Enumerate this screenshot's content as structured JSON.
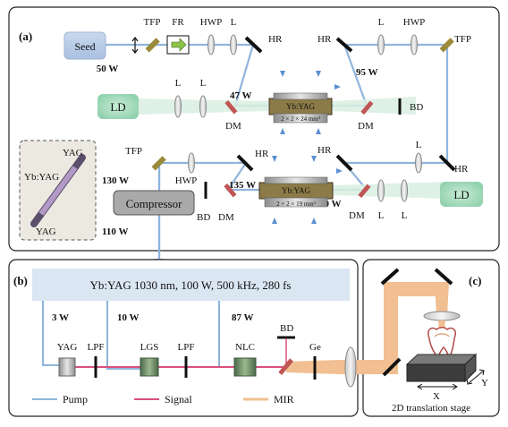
{
  "panel_a": {
    "label": "(a)",
    "seed": "Seed",
    "tfp": "TFP",
    "fr": "FR",
    "hwp": "HWP",
    "l": "L",
    "hr": "HR",
    "ld": "LD",
    "dm": "DM",
    "bd": "BD",
    "compressor": "Compressor",
    "power_seed": "50 W",
    "power_stage1": "47 W",
    "power_95": "95 W",
    "power_130": "130 W",
    "power_135": "135 W",
    "power_90": "90 W",
    "power_110": "110 W",
    "crystal_label": "Yb:YAG",
    "crystal1_dims": "2 × 2 × 24 mm³",
    "crystal2_dims": "2 × 2 × 19 mm³",
    "inset_top": "YAG",
    "inset_mid": "Yb:YAG",
    "inset_bottom": "YAG"
  },
  "panel_b": {
    "label": "(b)",
    "source": "Yb:YAG 1030 nm, 100 W, 500 kHz, 280 fs",
    "p3": "3 W",
    "p10": "10 W",
    "p87": "87 W",
    "yag": "YAG",
    "lpf": "LPF",
    "lgs": "LGS",
    "nlc": "NLC",
    "bd": "BD",
    "ge": "Ge",
    "legend_pump": "Pump",
    "legend_signal": "Signal",
    "legend_mir": "MIR"
  },
  "panel_c": {
    "label": "(c)",
    "x": "X",
    "y": "Y",
    "stage": "2D translation stage"
  },
  "colors": {
    "pump": "#8fb4dc",
    "signal": "#d9507a",
    "mir": "#f1bf92",
    "mirror": "#222222",
    "mirror_gold": "#9b8a3a"
  }
}
